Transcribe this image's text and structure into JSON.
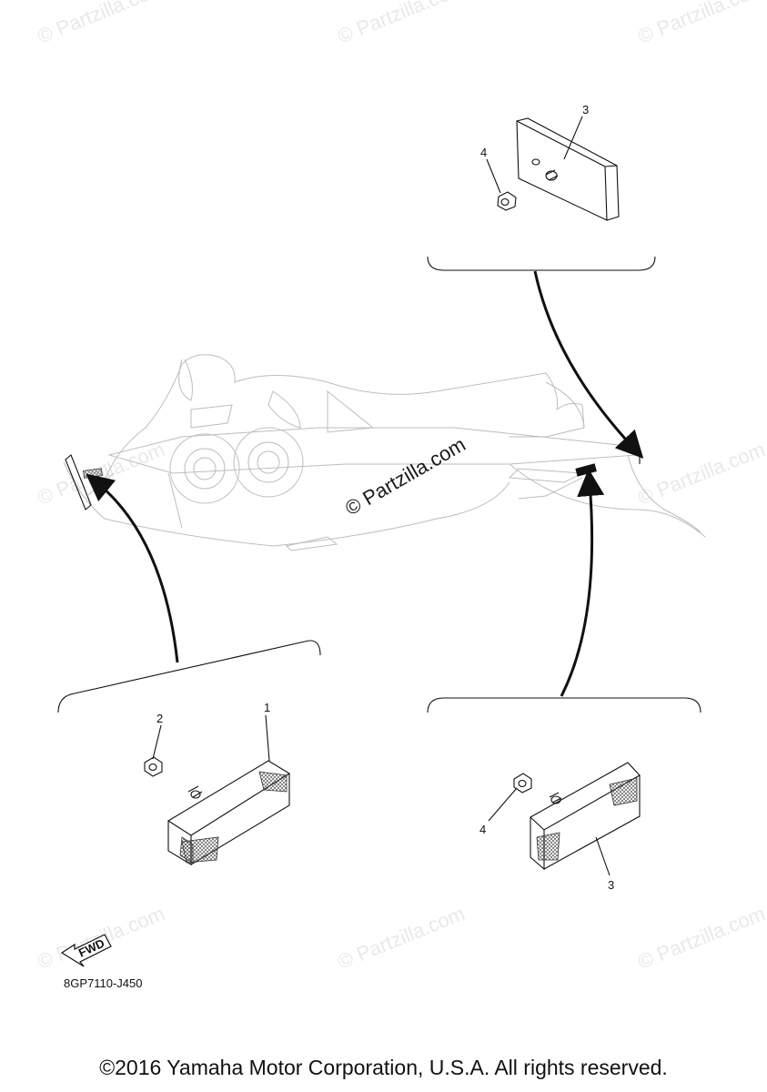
{
  "watermark": {
    "text": "© Partzilla.com",
    "center_text": "© Partzilla.com"
  },
  "callouts": {
    "top_reflector": "3",
    "top_nut": "4",
    "front_reflector": "1",
    "front_nut": "2",
    "rear_nut": "4",
    "rear_reflector": "3"
  },
  "fwd_label": "FWD",
  "diagram_code": "8GP7110-J450",
  "copyright": "©2016 Yamaha Motor Corporation, U.S.A. All rights reserved."
}
